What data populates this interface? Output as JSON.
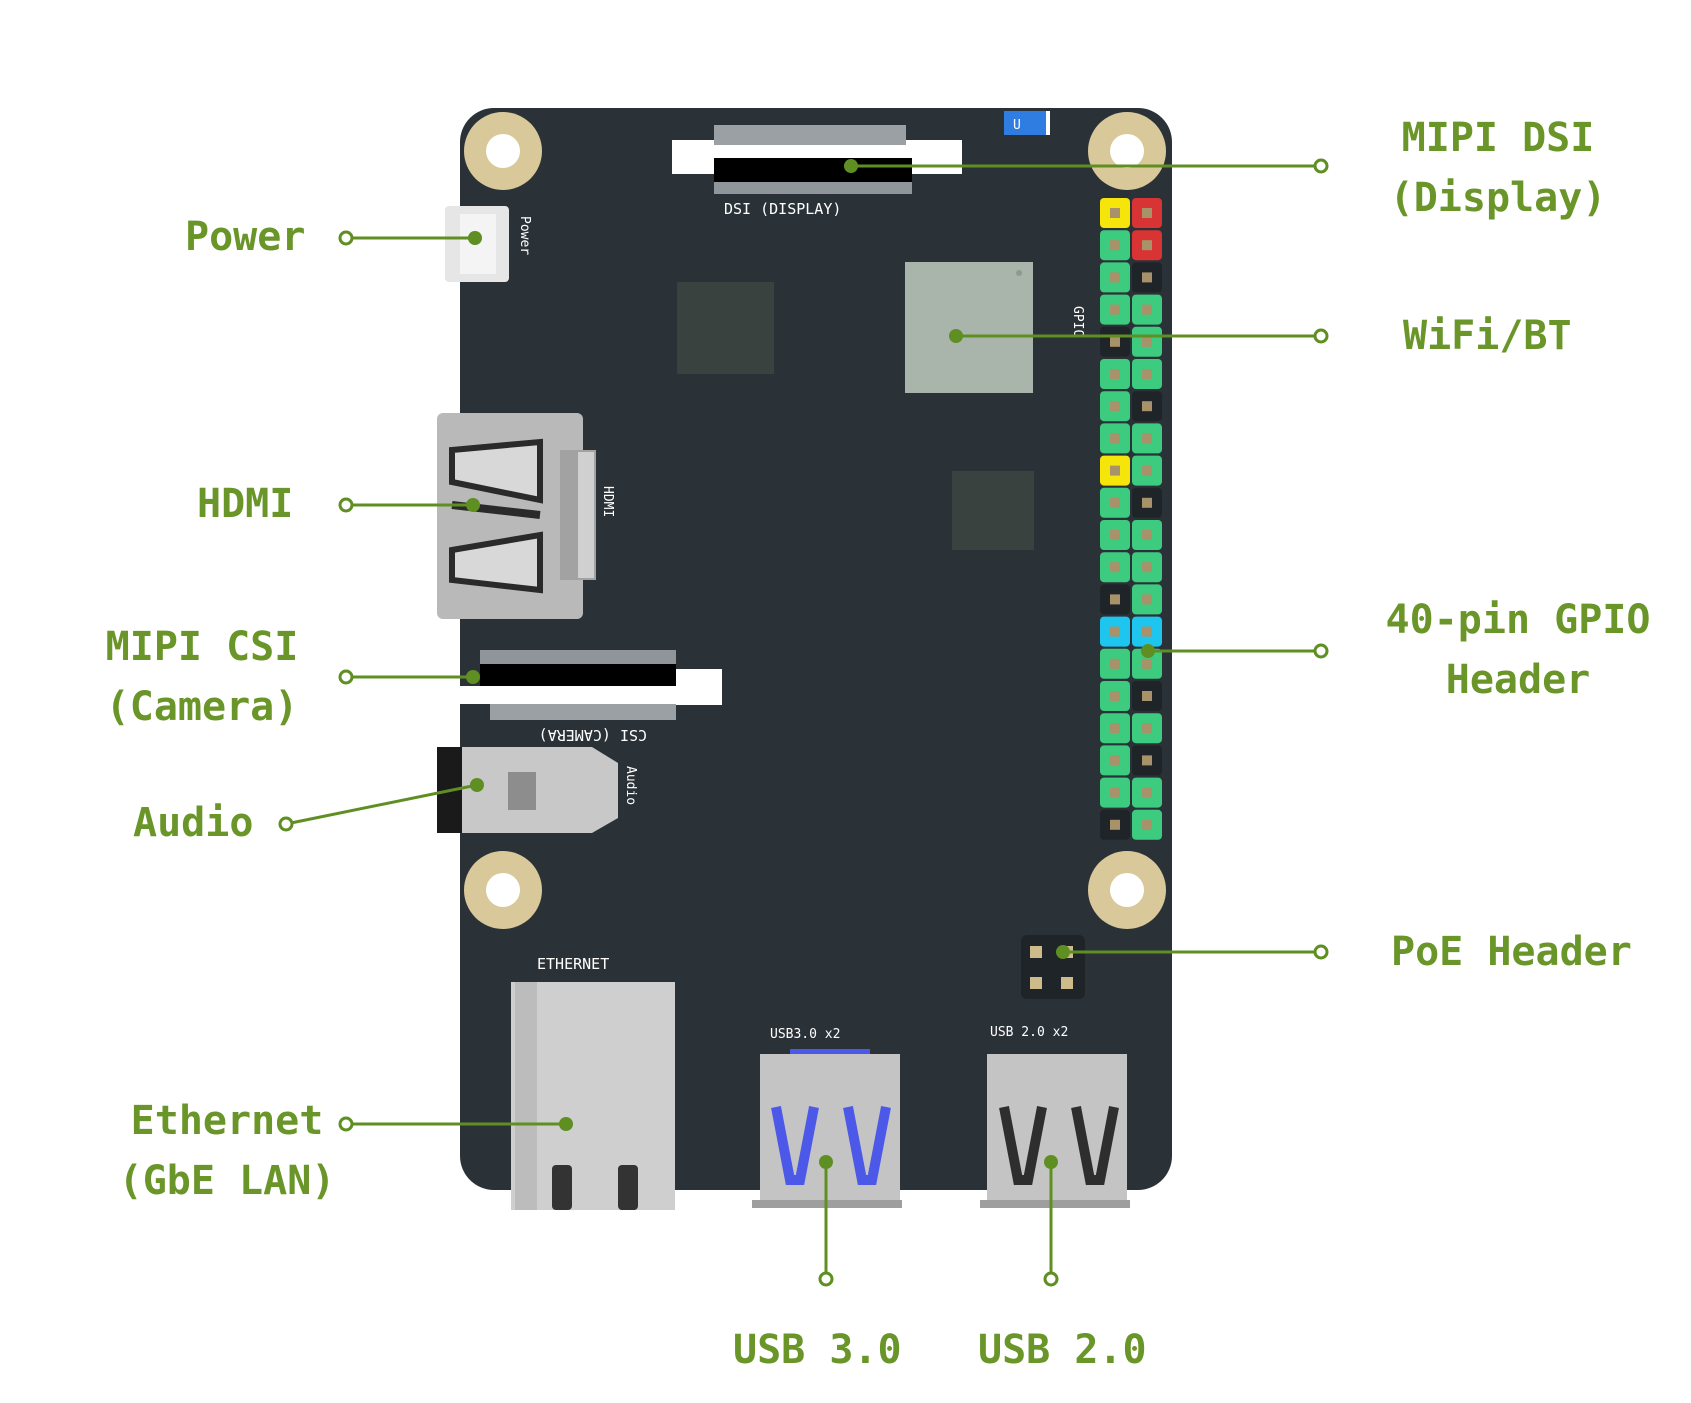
{
  "callouts": {
    "mipi_dsi": [
      "MIPI DSI",
      "(Display)"
    ],
    "power": [
      "Power"
    ],
    "wifi_bt": [
      "WiFi/BT"
    ],
    "hdmi": [
      "HDMI"
    ],
    "mipi_csi": [
      "MIPI CSI",
      "(Camera)"
    ],
    "gpio": [
      "40-pin GPIO",
      "Header"
    ],
    "audio": [
      "Audio"
    ],
    "poe": [
      "PoE Header"
    ],
    "ethernet": [
      "Ethernet",
      "(GbE LAN)"
    ],
    "usb3": [
      "USB 3.0"
    ],
    "usb2": [
      "USB 2.0"
    ]
  },
  "silkscreen": {
    "dsi": "DSI (DISPLAY)",
    "csi": "CSI (CAMERA)",
    "power": "Power",
    "hdmi": "HDMI",
    "audio": "Audio",
    "gpio": "GPIO",
    "ethernet": "ETHERNET",
    "usb3": "USB3.0 x2",
    "usb2": "USB 2.0 x2",
    "u_marker": "U"
  },
  "colors": {
    "label": "#6a9528",
    "board": "#2b3237",
    "pin_green": "#3dcb7f",
    "pin_red": "#d93434",
    "pin_yellow": "#f5e50a",
    "pin_cyan": "#1ec5ef",
    "usb3_accent": "#4b58e8"
  }
}
